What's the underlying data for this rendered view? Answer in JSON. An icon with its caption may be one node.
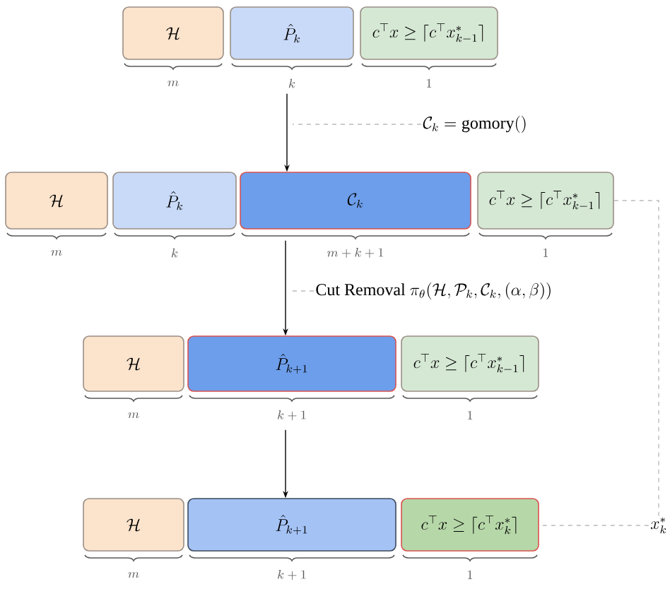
{
  "diagram": {
    "nodes": [
      {
        "text": [
          "\\mathcal{H}"
        ],
        "beside": [
          "m"
        ]
      },
      {
        "text": [
          "\\hat{P}_k"
        ],
        "beside": [
          "k"
        ]
      },
      {
        "text": [
          "c^\\top x \\geq \\lceil c^\\top x^*_{k-1} \\rceil"
        ],
        "beside": [
          "1"
        ]
      },
      {
        "text": [
          "\\mathcal{H}"
        ],
        "beside": [
          "m"
        ]
      },
      {
        "text": [
          "\\hat{P}_k"
        ],
        "beside": [
          "k"
        ]
      },
      {
        "text": [
          "\\mathcal{C}_k"
        ],
        "beside": [
          "m+k+1"
        ]
      },
      {
        "text": [
          "c^\\top x \\geq \\lceil c^\\top x^*_{k-1} \\rceil"
        ],
        "beside": [
          "1"
        ]
      },
      {
        "text": [
          "\\mathcal{H}"
        ],
        "beside": [
          "m"
        ]
      },
      {
        "text": [
          "\\hat{P}_{k+1}"
        ],
        "beside": [
          "k+1"
        ]
      },
      {
        "text": [
          "c^\\top x \\geq \\lceil c^\\top x^*_{k-1} \\rceil"
        ],
        "beside": [
          "1"
        ]
      },
      {
        "text": [
          "\\mathcal{H}"
        ],
        "beside": [
          "m"
        ]
      },
      {
        "text": [
          "\\hat{P}_{k+1}"
        ],
        "beside": [
          "k+1"
        ]
      },
      {
        "text": [
          "c^\\top x \\geq \\lceil c^\\top x^*_{k} \\rceil"
        ],
        "beside": [
          "1"
        ]
      },
      {
        "text": [
          "x^*_k"
        ]
      },
      {
        "text": [
          "\\mathcal{C}_k = \\mathrm{gomory}()"
        ]
      },
      {
        "text": [
          "\\text{Cut Removal } \\pi_\\theta(\\mathcal{H}, \\mathcal{P}_k, \\mathcal{C}_k, (\\alpha, \\beta))"
        ]
      }
    ],
    "edges": [
      {
        "from": 1,
        "to": 5,
        "arrow": "to",
        "color": "#000000"
      },
      {
        "from": 5,
        "to": 8,
        "arrow": "to",
        "color": "#000000"
      },
      {
        "from": 8,
        "to": 11,
        "arrow": "to",
        "color": "#000000"
      },
      {
        "from": 6,
        "to": 13,
        "arrow": "none",
        "style": "dashed",
        "color": "#bbbbbb"
      },
      {
        "from": 13,
        "to": 12,
        "arrow": "none",
        "style": "dashed",
        "color": "#bbbbbb"
      },
      {
        "from": 14,
        "to": null,
        "arrow": "none",
        "style": "dashed",
        "color": "#bbbbbb"
      },
      {
        "from": 15,
        "to": null,
        "arrow": "none",
        "style": "dashed",
        "color": "#bbbbbb"
      }
    ]
  }
}
